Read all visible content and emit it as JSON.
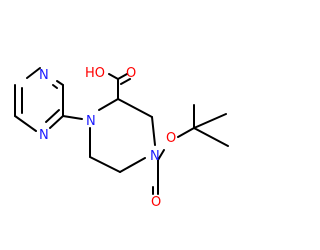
{
  "molecule": {
    "atom_labels": {
      "n_pyr_top": "N",
      "n_pyr_bottom": "N",
      "n1": "N",
      "n4": "N",
      "oh": "HO",
      "o_acid": "O",
      "o_ester": "O",
      "o_carbonyl": "O"
    },
    "colors": {
      "nitrogen": "#1a1aff",
      "oxygen": "#ff0000",
      "bond": "#000000",
      "background": "#ffffff"
    }
  }
}
